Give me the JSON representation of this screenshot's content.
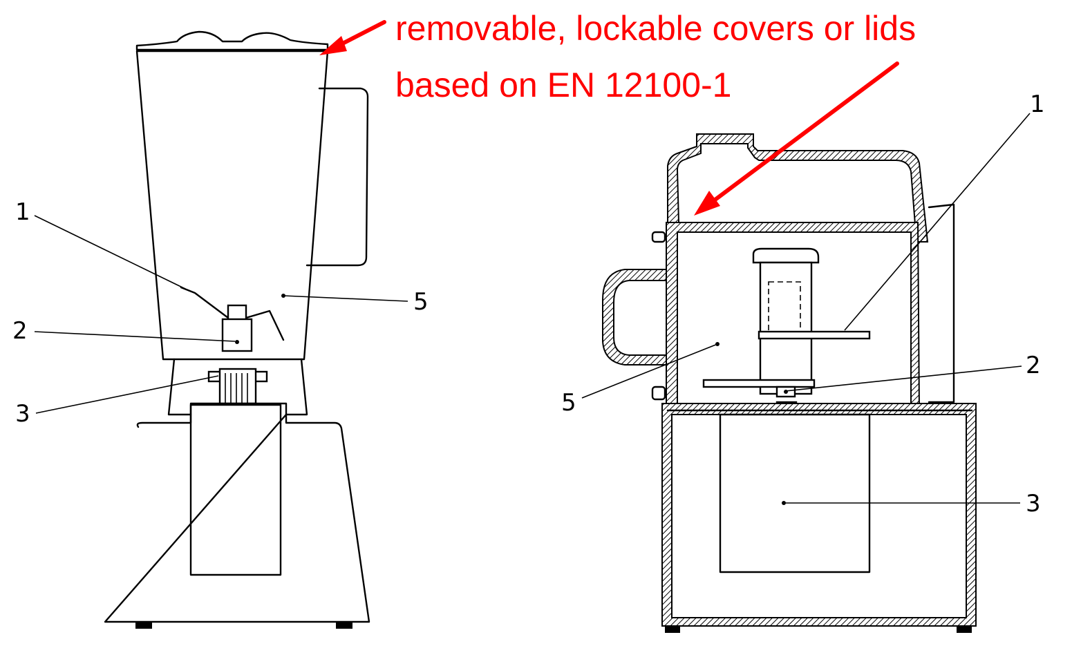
{
  "annotation": {
    "line1": "removable, lockable covers or lids",
    "line2": "based on EN 12100-1",
    "color": "#ff0000"
  },
  "blender": {
    "labels": {
      "n1": "1",
      "n2": "2",
      "n3": "3",
      "n5": "5"
    }
  },
  "processor": {
    "labels": {
      "n1": "1",
      "n2": "2",
      "n3": "3",
      "n5": "5"
    }
  }
}
